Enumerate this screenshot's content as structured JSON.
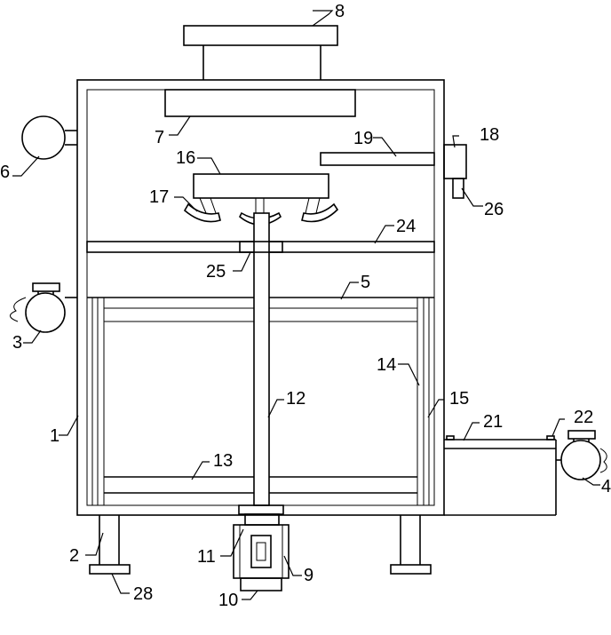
{
  "labels": [
    {
      "id": "label-1",
      "text": "1"
    },
    {
      "id": "label-2",
      "text": "2"
    },
    {
      "id": "label-3",
      "text": "3"
    },
    {
      "id": "label-4",
      "text": "4"
    },
    {
      "id": "label-5",
      "text": "5"
    },
    {
      "id": "label-6",
      "text": "6"
    },
    {
      "id": "label-7",
      "text": "7"
    },
    {
      "id": "label-8",
      "text": "8"
    },
    {
      "id": "label-9",
      "text": "9"
    },
    {
      "id": "label-10",
      "text": "10"
    },
    {
      "id": "label-11",
      "text": "11"
    },
    {
      "id": "label-12",
      "text": "12"
    },
    {
      "id": "label-13",
      "text": "13"
    },
    {
      "id": "label-14",
      "text": "14"
    },
    {
      "id": "label-15",
      "text": "15"
    },
    {
      "id": "label-16",
      "text": "16"
    },
    {
      "id": "label-17",
      "text": "17"
    },
    {
      "id": "label-18",
      "text": "18"
    },
    {
      "id": "label-19",
      "text": "19"
    },
    {
      "id": "label-21",
      "text": "21"
    },
    {
      "id": "label-22",
      "text": "22"
    },
    {
      "id": "label-24",
      "text": "24"
    },
    {
      "id": "label-25",
      "text": "25"
    },
    {
      "id": "label-26",
      "text": "26"
    },
    {
      "id": "label-28",
      "text": "28"
    }
  ]
}
